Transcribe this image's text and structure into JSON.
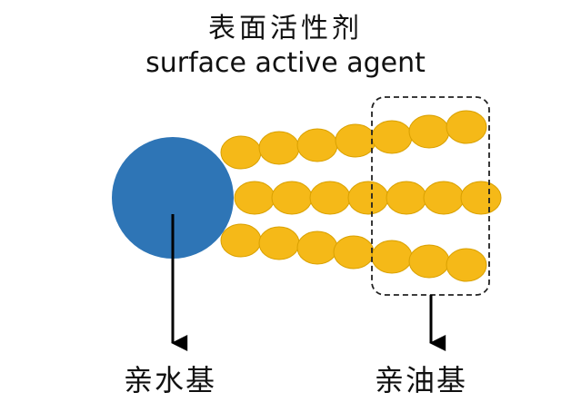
{
  "title_cn": "表面活性剂",
  "title_en": "surface active agent",
  "label_hydrophilic": "亲水基",
  "label_lipophilic": "亲油基",
  "colors": {
    "head": "#2e75b6",
    "bead": "#f5b918",
    "bead_stroke": "#d9a000",
    "line": "#000000"
  }
}
